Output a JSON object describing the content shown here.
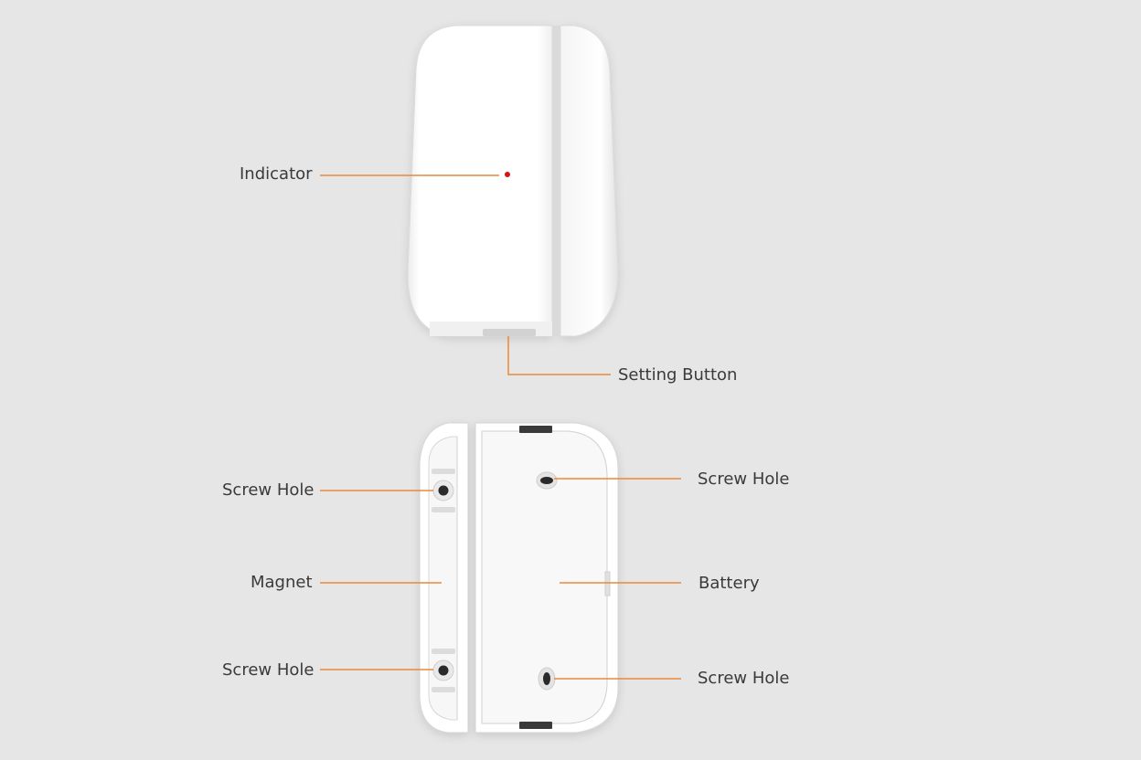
{
  "labels": {
    "indicator": "Indicator",
    "setting_button": "Setting Button",
    "screw_hole_magnet_top": "Screw Hole",
    "magnet": "Magnet",
    "screw_hole_magnet_bottom": "Screw Hole",
    "screw_hole_main_top": "Screw Hole",
    "battery": "Battery",
    "screw_hole_main_bottom": "Screw Hole"
  },
  "colors": {
    "background": "#e6e6e6",
    "leader_line": "#e8893a",
    "device_body": "#ffffff",
    "indicator_led": "#d41616"
  }
}
